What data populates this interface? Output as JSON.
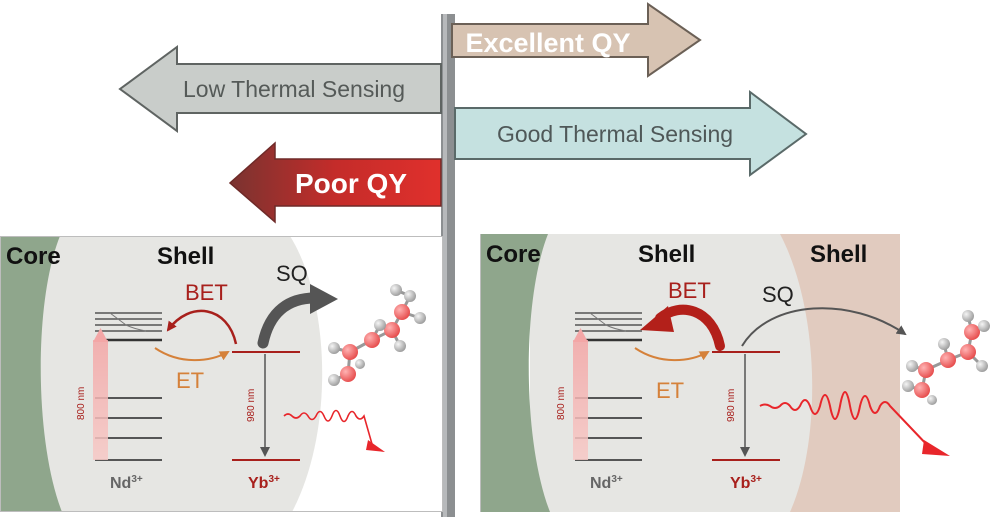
{
  "signpost": {
    "excellent_qy": "Excellent QY",
    "low_thermal_sensing": "Low Thermal Sensing",
    "good_thermal_sensing": "Good Thermal Sensing",
    "poor_qy": "Poor QY",
    "colors": {
      "excellent_qy": "#d7c3b2",
      "low_thermal_sensing": "#c9cdca",
      "good_thermal_sensing": "#c5e1e0",
      "poor_qy": "#c92c2c",
      "pole": "#8c8f91"
    }
  },
  "left_panel": {
    "core_label": "Core",
    "shell_label": "Shell",
    "bet_label": "BET",
    "et_label": "ET",
    "sq_label": "SQ",
    "excitation_label": "800 nm",
    "emission_label": "980 nm",
    "nd_ion": "Nd",
    "nd_charge": "3+",
    "yb_ion": "Yb",
    "yb_charge": "3+"
  },
  "right_panel": {
    "core_label": "Core",
    "inner_shell_label": "Shell",
    "outer_shell_label": "Shell",
    "bet_label": "BET",
    "et_label": "ET",
    "sq_label": "SQ",
    "excitation_label": "800 nm",
    "emission_label": "980 nm",
    "nd_ion": "Nd",
    "nd_charge": "3+",
    "yb_ion": "Yb",
    "yb_charge": "3+"
  },
  "colors": {
    "core": "#8fa68c",
    "shell": "#e6e6e3",
    "outer_shell": "#e1cbbf",
    "bet": "#a8201c",
    "et": "#d5813a",
    "sq": "#555555",
    "emission": "#e8262b",
    "level": "#555555"
  }
}
